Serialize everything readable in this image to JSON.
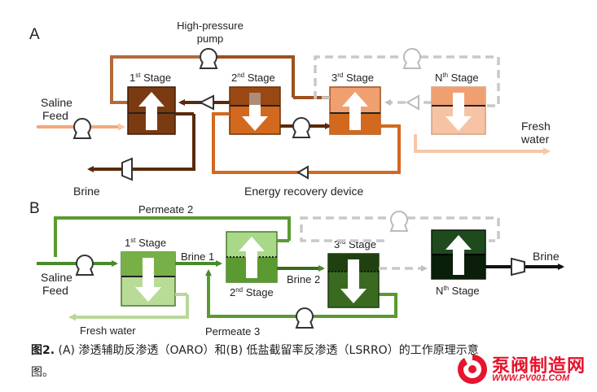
{
  "panel_a": {
    "letter": "A",
    "pump_label_line1": "High-pressure",
    "pump_label_line2": "pump",
    "saline_line1": "Saline",
    "saline_line2": "Feed",
    "stage1": "1",
    "stage1_sup": "st",
    "stage2": "2",
    "stage2_sup": "nd",
    "stage3": "3",
    "stage3_sup": "rd",
    "stageN": "N",
    "stageN_sup": "th",
    "stage_word": " Stage",
    "brine": "Brine",
    "fresh_line1": "Fresh",
    "fresh_line2": "water",
    "erd": "Energy recovery device"
  },
  "panel_b": {
    "letter": "B",
    "permeate2": "Permeate 2",
    "permeate3": "Permeate 3",
    "saline_line1": "Saline",
    "saline_line2": "Feed",
    "brine1": "Brine 1",
    "brine2": "Brine 2",
    "brine": "Brine",
    "fresh": "Fresh water",
    "stage1": "1",
    "stage1_sup": "st",
    "stage2": "2",
    "stage2_sup": "nd",
    "stage3": "3",
    "stage3_sup": "rd",
    "stageN": "N",
    "stageN_sup": "th",
    "stage_word": " Stage"
  },
  "caption": {
    "fig": "图2.",
    "text": " (A) 渗透辅助反渗透（OARO）和(B) 低盐截留率反渗透（LSRRO）的工作原理示意图。"
  },
  "logo": {
    "brand": "泵阀制造网",
    "url": "WWW.PV001.COM"
  },
  "colors": {
    "a_stage1": "#7a3a12",
    "a_stage2": "#d2691e",
    "a_stage3": "#f0a070",
    "a_stageN": "#f6c4a4",
    "b_stage1": "#78b048",
    "b_stage2": "#5a9a30",
    "b_stage3": "#3a6a20",
    "b_stageN": "#0e2a0e",
    "dashed": "#c8c8c8"
  }
}
